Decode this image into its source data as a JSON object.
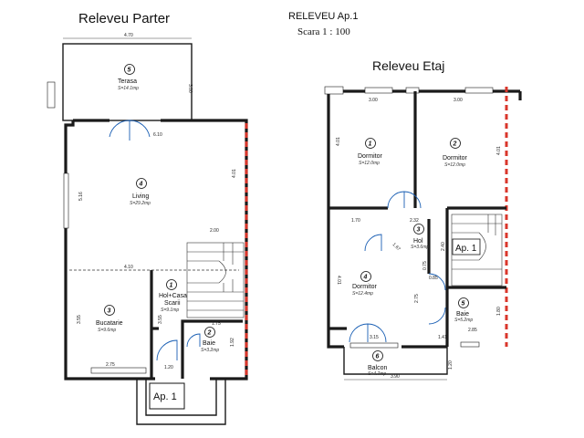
{
  "header": {
    "title_left": "Releveu Parter",
    "title_right": "Releveu Etaj",
    "doc_title": "RELEVEU Ap.1",
    "scale": "Scara 1 : 100"
  },
  "ground_floor": {
    "rooms": [
      {
        "num": "5",
        "name": "Terasa",
        "area": "S=14.1mp"
      },
      {
        "num": "4",
        "name": "Living",
        "area": "S=29.2mp"
      },
      {
        "num": "3",
        "name": "Bucatarie",
        "area": "S=9.6mp"
      },
      {
        "num": "1",
        "name": "Hol+Casa",
        "name2": "Scarii",
        "area": "S=9.1mp"
      },
      {
        "num": "2",
        "name": "Baie",
        "area": "S=3.2mp"
      }
    ],
    "dims": [
      "4.70",
      "3.00",
      "6.10",
      "4.01",
      "5.16",
      "2.00",
      "4.10",
      "3.55",
      "3.55",
      "1.75",
      "1.92",
      "2.75",
      "1.20"
    ],
    "apartment_label": "Ap. 1"
  },
  "upper_floor": {
    "rooms": [
      {
        "num": "1",
        "name": "Dormitor",
        "area": "S=12.0mp"
      },
      {
        "num": "2",
        "name": "Dormitor",
        "area": "S=12.0mp"
      },
      {
        "num": "3",
        "name": "Hol",
        "area": "S=3.6mp"
      },
      {
        "num": "4",
        "name": "Dormitor",
        "area": "S=12.4mp"
      },
      {
        "num": "5",
        "name": "Baie",
        "area": "S=5.2mp"
      },
      {
        "num": "6",
        "name": "Balcon",
        "area": "S=4.7mp"
      }
    ],
    "dims": [
      "3.00",
      "3.00",
      "4.01",
      "4.01",
      "1.70",
      "2.32",
      "1.67",
      "2.40",
      "0.75",
      "0.85",
      "2.75",
      "4.01",
      "2.85",
      "1.41",
      "1.80",
      "3.15",
      "1.20",
      "3.90"
    ],
    "apartment_label": "Ap. 1"
  },
  "colors": {
    "wall": "#1a1a1a",
    "party_wall": "#d9362b",
    "door": "#1a5fb4"
  }
}
